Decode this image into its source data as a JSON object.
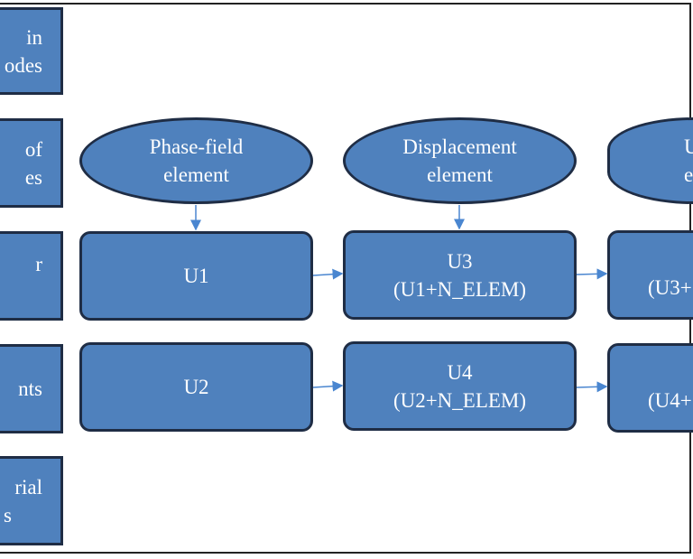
{
  "colors": {
    "node_fill": "#4f81bd",
    "node_border": "#1f2d45",
    "arrow": "#4a86d0"
  },
  "left_column": [
    {
      "lines": [
        "in",
        "odes"
      ]
    },
    {
      "lines": [
        "of",
        "es"
      ]
    },
    {
      "lines": [
        "r",
        ""
      ]
    },
    {
      "lines": [
        "",
        "nts"
      ]
    },
    {
      "lines": [
        "rial",
        "s"
      ]
    }
  ],
  "element_types": [
    {
      "lines": [
        "Phase-field",
        "element"
      ]
    },
    {
      "lines": [
        "Displacement",
        "element"
      ]
    },
    {
      "lines": [
        "U",
        "e"
      ]
    }
  ],
  "row1": [
    {
      "lines": [
        "U1"
      ]
    },
    {
      "lines": [
        "U3",
        "(U1+N_ELEM)"
      ]
    },
    {
      "lines": [
        "",
        "(U3+"
      ]
    }
  ],
  "row2": [
    {
      "lines": [
        "U2"
      ]
    },
    {
      "lines": [
        "U4",
        "(U2+N_ELEM)"
      ]
    },
    {
      "lines": [
        "",
        "(U4+"
      ]
    }
  ]
}
